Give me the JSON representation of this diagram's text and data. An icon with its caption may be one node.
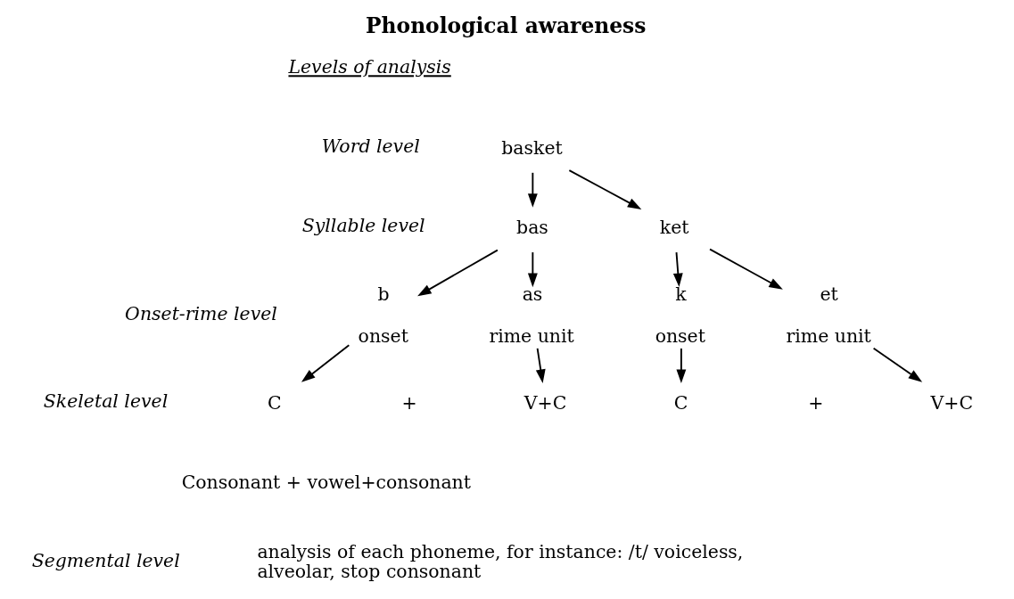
{
  "diagram": {
    "title": "Phonological awareness",
    "nodes": [
      {
        "text": [
          "basket"
        ]
      },
      {
        "text": [
          "bas"
        ]
      },
      {
        "text": [
          "ket"
        ]
      },
      {
        "text": [
          "b",
          "onset"
        ]
      },
      {
        "text": [
          "as",
          "rime unit"
        ]
      },
      {
        "text": [
          "k",
          "onset"
        ]
      },
      {
        "text": [
          "et",
          "rime unit"
        ]
      },
      {
        "text": [
          "C"
        ]
      },
      {
        "text": [
          "V+C"
        ]
      },
      {
        "text": [
          "C"
        ]
      },
      {
        "text": [
          "V+C"
        ]
      }
    ],
    "edges": [
      {
        "from": 0,
        "to": 1,
        "arrow": "to"
      },
      {
        "from": 0,
        "to": 2,
        "arrow": "to"
      },
      {
        "from": 1,
        "to": 3,
        "arrow": "to"
      },
      {
        "from": 1,
        "to": 4,
        "arrow": "to"
      },
      {
        "from": 2,
        "to": 5,
        "arrow": "to"
      },
      {
        "from": 2,
        "to": 6,
        "arrow": "to"
      },
      {
        "from": 3,
        "to": 7,
        "arrow": "to"
      },
      {
        "from": 4,
        "to": 8,
        "arrow": "to"
      },
      {
        "from": 5,
        "to": 9,
        "arrow": "to"
      },
      {
        "from": 6,
        "to": 10,
        "arrow": "to"
      }
    ],
    "labels": [
      "Levels of analysis",
      "Word level",
      "Syllable level",
      "Onset-rime level",
      "Skeletal level",
      "+",
      "+",
      "Consonant + vowel+consonant",
      "Segmental level",
      "analysis of each phoneme, for instance: /t/ voiceless, alveolar, stop consonant"
    ]
  }
}
